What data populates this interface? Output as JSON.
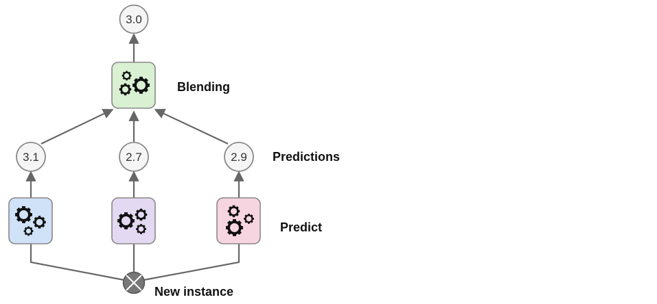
{
  "diagram": {
    "output_value": "3.0",
    "blender": {
      "label": "Blending",
      "color": "#d9f0d3"
    },
    "predictors": [
      {
        "value": "3.1",
        "color": "#cfe2f7"
      },
      {
        "value": "2.7",
        "color": "#e3d9f2"
      },
      {
        "value": "2.9",
        "color": "#f7d5e0"
      }
    ],
    "labels": {
      "predictions": "Predictions",
      "predict": "Predict",
      "new_instance": "New instance"
    },
    "icons": {
      "model": "gears-icon",
      "input": "cross-circle-icon"
    },
    "colors": {
      "arrow": "#666666",
      "node_border": "#888888",
      "value_node_fill": "#f5f5f5",
      "input_node_fill": "#777777"
    }
  }
}
